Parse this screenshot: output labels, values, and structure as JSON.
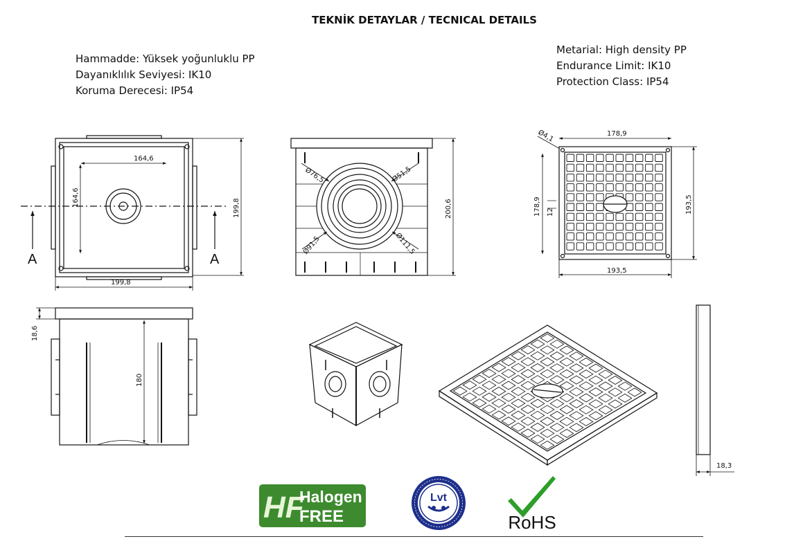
{
  "title": "TEKNİK DETAYLAR / TECNICAL DETAILS",
  "spec_tr": [
    "Hammadde: Yüksek yoğunluklu PP",
    "Dayanıklılık Seviyesi: IK10",
    "Koruma Derecesi: IP54"
  ],
  "spec_en": [
    "Metarial: High density PP",
    "Endurance Limit: IK10",
    "Protection Class: IP54"
  ],
  "top_view": {
    "inner_w": "164,6",
    "inner_h": "164,6",
    "outer_w": "199,8",
    "outer_h": "199,8",
    "section_left": "A",
    "section_right": "A"
  },
  "front_view": {
    "d1": "Ø76,5",
    "d2": "Ø51,5",
    "d3": "Ø91,5",
    "d4": "Ø111,5",
    "height": "200,6"
  },
  "cover_view": {
    "hole": "Ø4,1",
    "top_w": "178,9",
    "left_h": "178,9",
    "slot": "12",
    "right_h": "193,5",
    "bottom_w": "193,5"
  },
  "section_view": {
    "rim": "18,6",
    "depth": "180"
  },
  "cover_side": {
    "thickness": "18,3"
  },
  "badges": {
    "hf_letters": "HF",
    "hf_line1": "Halogen",
    "hf_line2": "FREE",
    "lvt_text": "Lvt",
    "rohs_text": "RoHS"
  },
  "colors": {
    "hf_green": "#3d8b2e",
    "lvt_blue": "#1e2f8c",
    "rohs_green": "#2e9e2a"
  }
}
